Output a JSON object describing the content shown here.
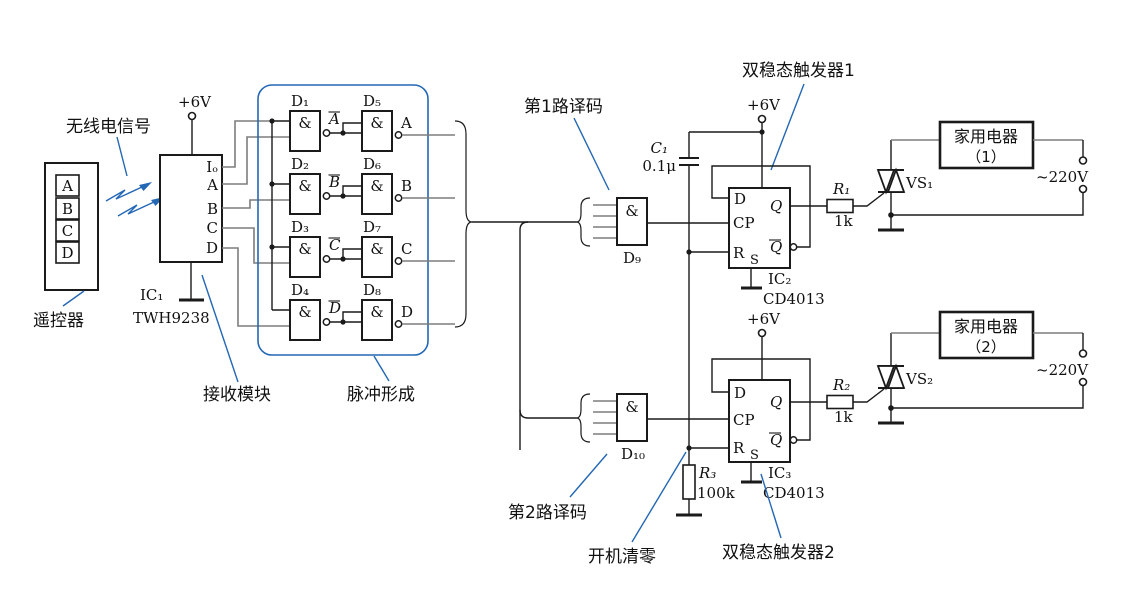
{
  "remote": {
    "label": "遥控器",
    "signal_label": "无线电信号",
    "buttons": [
      "A",
      "B",
      "C",
      "D"
    ]
  },
  "receiver": {
    "power": "+6V",
    "ic_ref": "IC₁",
    "part": "TWH9238",
    "caption": "接收模块",
    "pin_io": "Iₒ",
    "pin_a": "A",
    "pin_b": "B",
    "pin_c": "C",
    "pin_d": "D"
  },
  "pulse_former": {
    "caption": "脉冲形成",
    "rows": [
      {
        "gate1": "D₁",
        "amp1": "&",
        "bar": "A",
        "gate2": "D₅",
        "amp2": "&",
        "out": "A"
      },
      {
        "gate1": "D₂",
        "amp1": "&",
        "bar": "B",
        "gate2": "D₆",
        "amp2": "&",
        "out": "B"
      },
      {
        "gate1": "D₃",
        "amp1": "&",
        "bar": "C",
        "gate2": "D₇",
        "amp2": "&",
        "out": "C"
      },
      {
        "gate1": "D₄",
        "amp1": "&",
        "bar": "D",
        "gate2": "D₈",
        "amp2": "&",
        "out": "D"
      }
    ]
  },
  "decoder1": {
    "caption": "第1路译码",
    "gate": "&",
    "ref": "D₉"
  },
  "decoder2": {
    "caption": "第2路译码",
    "gate": "&",
    "ref": "D₁₀"
  },
  "reset": {
    "caption": "开机清零",
    "cap_ref": "C₁",
    "cap_value": "0.1μ",
    "res_ref": "R₃",
    "res_value": "100k"
  },
  "ff1": {
    "caption": "双稳态触发器1",
    "power": "+6V",
    "ic_ref": "IC₂",
    "part": "CD4013",
    "pin_d": "D",
    "pin_cp": "CP",
    "pin_r": "R",
    "pin_s": "S",
    "pin_q": "Q",
    "pin_qb": "Q"
  },
  "ff2": {
    "caption": "双稳态触发器2",
    "power": "+6V",
    "ic_ref": "IC₃",
    "part": "CD4013",
    "pin_d": "D",
    "pin_cp": "CP",
    "pin_r": "R",
    "pin_s": "S",
    "pin_q": "Q",
    "pin_qb": "Q"
  },
  "out1": {
    "res_ref": "R₁",
    "res_value": "1k",
    "triac_ref": "VS₁",
    "appliance_line1": "家用电器",
    "appliance_line2": "（1）",
    "mains": "~220V"
  },
  "out2": {
    "res_ref": "R₂",
    "res_value": "1k",
    "triac_ref": "VS₂",
    "appliance_line1": "家用电器",
    "appliance_line2": "（2）",
    "mains": "~220V"
  }
}
